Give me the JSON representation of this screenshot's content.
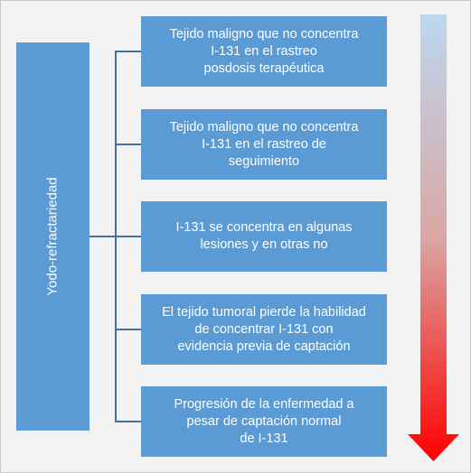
{
  "diagram": {
    "category_label": "Yodo-refractariedad",
    "items": [
      {
        "text": "Tejido maligno que no concentra\nI-131 en el rastreo\nposdosis terapéutica"
      },
      {
        "text": "Tejido maligno que no concentra\nI-131 en el rastreo de\nseguimiento"
      },
      {
        "text": "I-131 se concentra en algunas\nlesiones y en otras no"
      },
      {
        "text": "El tejido tumoral pierde la habilidad\nde concentrar I-131 con\nevidencia previa de captación"
      },
      {
        "text": "Progresión de la enfermedad a\npesar de captación normal\nde I-131"
      }
    ],
    "colors": {
      "box_fill": "#5b9bd5",
      "connector": "#41719c",
      "arrow_top": "#bdd7ee",
      "arrow_bottom": "#ff0000"
    }
  }
}
